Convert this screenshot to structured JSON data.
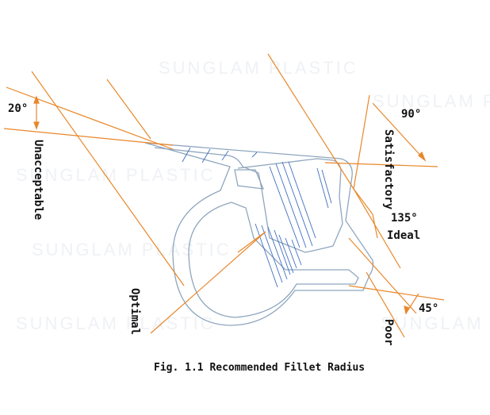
{
  "colors": {
    "guide": "#E8872A",
    "profile": "#8FA6BE",
    "hatch": "#3F6EC0",
    "text": "#111111",
    "watermark": "#E3E7EE"
  },
  "labels": {
    "angle_20": "20°",
    "unacceptable": "Unacceptable",
    "optimal": "Optimal",
    "angle_90": "90°",
    "satisfactory": "Satisfactory",
    "angle_135": "135°",
    "ideal": "Ideal",
    "angle_45": "45°",
    "poor": "Poor"
  },
  "caption": "Fig. 1.1 Recommended Fillet Radius",
  "watermark": "SUNGLAM PLASTIC"
}
